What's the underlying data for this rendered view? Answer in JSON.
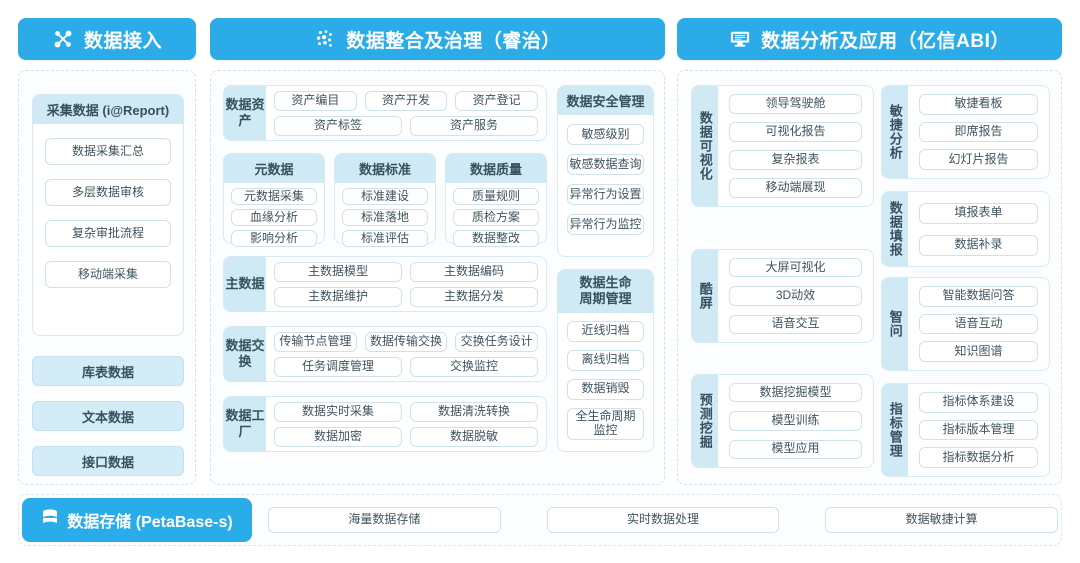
{
  "columns": [
    {
      "id": "ingest",
      "header": {
        "label": "数据接入",
        "icon": "nodes-network-icon"
      },
      "collect_card": {
        "title": "采集数据 (i@Report)",
        "items": [
          "数据采集汇总",
          "多层数据审核",
          "复杂审批流程",
          "移动端采集"
        ]
      },
      "source_pills": [
        "库表数据",
        "文本数据",
        "接口数据"
      ]
    },
    {
      "id": "governance",
      "header": {
        "label": "数据整合及治理（睿治）",
        "icon": "dots-cluster-icon"
      },
      "asset_group": {
        "label": "数据资产",
        "row1": [
          "资产编目",
          "资产开发",
          "资产登记"
        ],
        "row2": [
          "资产标签",
          "资产服务"
        ]
      },
      "triple_cards": [
        {
          "title": "元数据",
          "items": [
            "元数据采集",
            "血缘分析",
            "影响分析"
          ]
        },
        {
          "title": "数据标准",
          "items": [
            "标准建设",
            "标准落地",
            "标准评估"
          ]
        },
        {
          "title": "数据质量",
          "items": [
            "质量规则",
            "质检方案",
            "数据整改"
          ]
        }
      ],
      "master_group": {
        "label": "主数据",
        "row1": [
          "主数据模型",
          "主数据编码"
        ],
        "row2": [
          "主数据维护",
          "主数据分发"
        ]
      },
      "exchange_group": {
        "label": "数据交换",
        "row1": [
          "传输节点管理",
          "数据传输交换",
          "交换任务设计"
        ],
        "row2": [
          "任务调度管理",
          "交换监控"
        ]
      },
      "factory_group": {
        "label": "数据工厂",
        "row1": [
          "数据实时采集",
          "数据清洗转换"
        ],
        "row2": [
          "数据加密",
          "数据脱敏"
        ]
      },
      "security_card": {
        "title": "数据安全管理",
        "items": [
          "敏感级别",
          "敏感数据查询",
          "异常行为设置",
          "异常行为监控"
        ]
      },
      "lifecycle_card": {
        "title": "数据生命\n周期管理",
        "title_line1": "数据生命",
        "title_line2": "周期管理",
        "items": [
          "近线归档",
          "离线归档",
          "数据销毁",
          "全生命周期\n监控"
        ],
        "last_item_line1": "全生命周期",
        "last_item_line2": "监控"
      }
    },
    {
      "id": "analytics",
      "header": {
        "label": "数据分析及应用（亿信ABI）",
        "icon": "monitor-screen-icon"
      },
      "left_groups": [
        {
          "label": "数据可视化",
          "items": [
            "领导驾驶舱",
            "可视化报告",
            "复杂报表",
            "移动端展现"
          ]
        },
        {
          "label": "酷屏",
          "items": [
            "大屏可视化",
            "3D动效",
            "语音交互"
          ]
        },
        {
          "label": "预测挖掘",
          "items": [
            "数据挖掘模型",
            "模型训练",
            "模型应用"
          ]
        }
      ],
      "right_groups": [
        {
          "label": "敏捷分析",
          "items": [
            "敏捷看板",
            "即席报告",
            "幻灯片报告"
          ]
        },
        {
          "label": "数据填报",
          "items": [
            "填报表单",
            "数据补录"
          ]
        },
        {
          "label": "智问",
          "items": [
            "智能数据问答",
            "语音互动",
            "知识图谱"
          ]
        },
        {
          "label": "指标管理",
          "items": [
            "指标体系建设",
            "指标版本管理",
            "指标数据分析"
          ]
        }
      ]
    }
  ],
  "storage": {
    "header": {
      "label": "数据存储 (PetaBase-s)",
      "icon": "database-stack-icon"
    },
    "items": [
      "海量数据存储",
      "实时数据处理",
      "数据敏捷计算"
    ]
  },
  "colors": {
    "header_blue": "#2bacea",
    "panel_header_blue": "#cfe9f5",
    "pill_blue": "#d4ecf7",
    "border": "#d7e9f2",
    "text": "#36525e"
  }
}
